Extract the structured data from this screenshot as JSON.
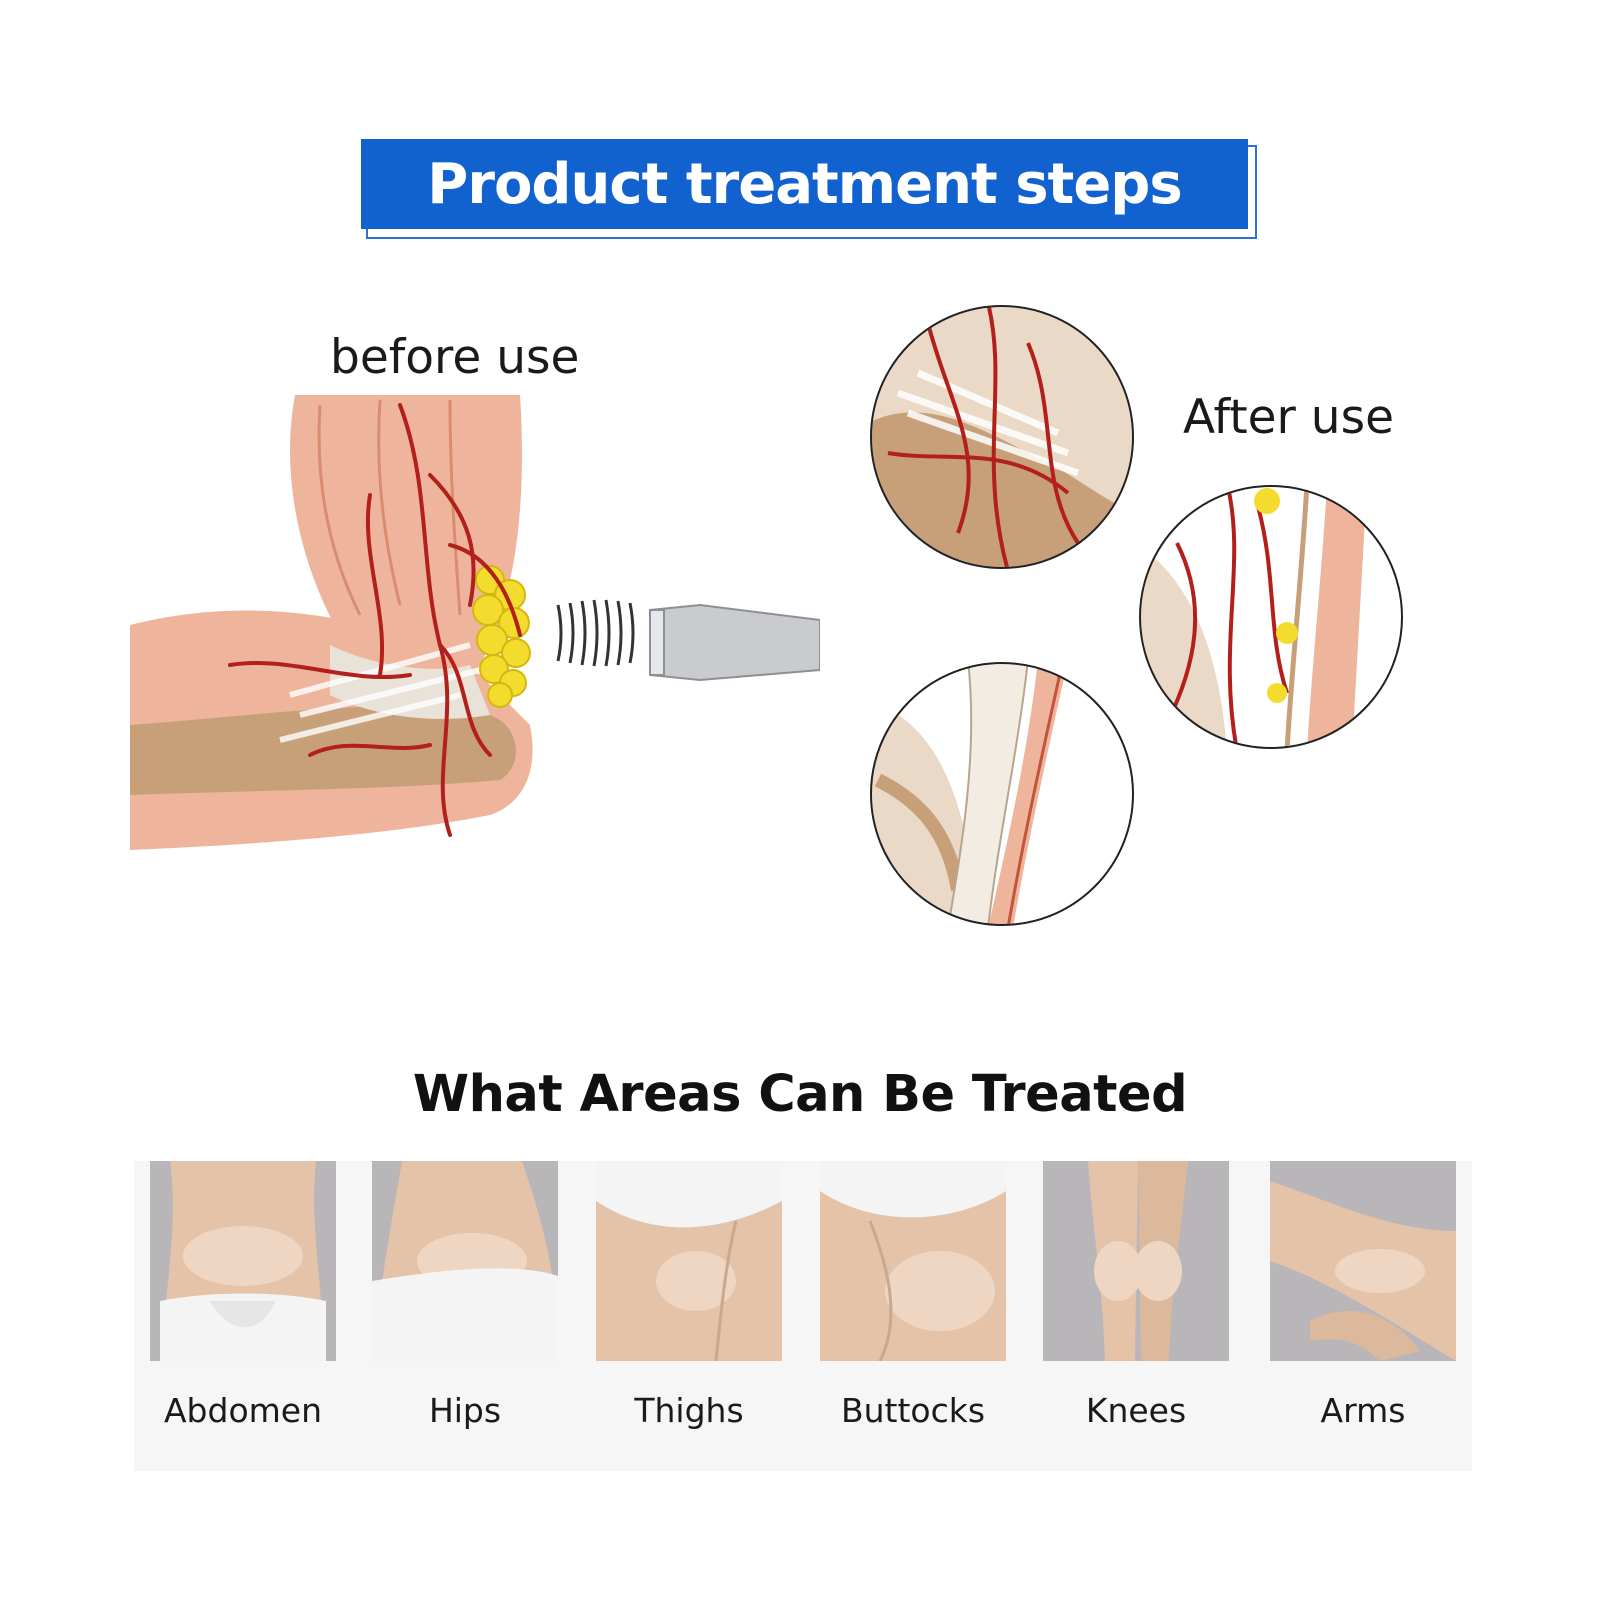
{
  "header": {
    "title": "Product treatment steps"
  },
  "steps": {
    "before_label": "before use",
    "after_label": "After use"
  },
  "areas": {
    "title": "What Areas Can Be Treated",
    "items": [
      {
        "label": "Abdomen"
      },
      {
        "label": "Hips"
      },
      {
        "label": "Thighs"
      },
      {
        "label": "Buttocks"
      },
      {
        "label": "Knees"
      },
      {
        "label": "Arms"
      }
    ]
  },
  "colors": {
    "banner": "#1162cf",
    "artery": "#b3201c",
    "muscle": "#e9a88f",
    "bone": "#c7a07a",
    "fat": "#f3dc2e",
    "photo_bg": "#b9b6b9"
  }
}
